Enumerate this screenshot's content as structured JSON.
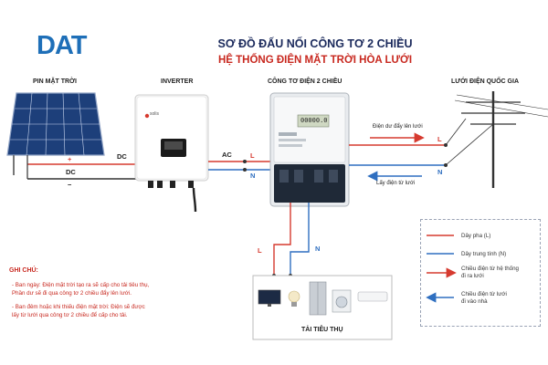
{
  "logo": {
    "text": "DAT",
    "color": "#1e6fb8",
    "accent": "#d62b24"
  },
  "title": {
    "line1": "SƠ ĐỒ ĐẤU NỐI CÔNG TƠ 2 CHIỀU",
    "line2": "HỆ THỐNG ĐIỆN MẶT TRỜI HÒA LƯỚI"
  },
  "sections": {
    "solar": "PIN MẶT TRỜI",
    "inverter": "INVERTER",
    "meter": "CÔNG TƠ ĐIỆN 2 CHIỀU",
    "grid": "LƯỚI ĐIỆN QUỐC GIA",
    "loads": "TẢI TIÊU THỤ"
  },
  "wires": {
    "plus": "+",
    "minus": "−",
    "dc": "DC",
    "dc2": "DC",
    "ac": "AC",
    "l_left": "L",
    "n_left": "N",
    "l_right": "L",
    "n_right": "N",
    "l_down": "L",
    "n_down": "N"
  },
  "arrows": {
    "export": "Điện dư đẩy lên lưới",
    "import": "Lấy điện từ lưới"
  },
  "inverter_brand": "solis",
  "meter_display": "00000.0",
  "notes": {
    "title": "GHI CHÚ:",
    "day": "- Ban ngày: Điện mặt trời tạo ra sẽ cấp cho tải tiêu thụ,\n  Phần dư sẽ đi qua công tơ 2 chiều đẩy lên lưới.",
    "night": "- Ban đêm hoặc khi thiếu điện mặt trời: Điện sẽ được\n  lấy từ lưới qua công tơ 2 chiều để cấp cho tải."
  },
  "legend": {
    "phase": "Dây pha (L)",
    "neutral": "Dây trung tính (N)",
    "to_grid": "Chiều điện từ hệ thống\nđi ra lưới",
    "from_grid": "Chiều điện từ lưới\nđi vào nhà"
  },
  "colors": {
    "phase": "#d63a2f",
    "neutral": "#2f6fc0",
    "dark": "#1b2a5c"
  }
}
